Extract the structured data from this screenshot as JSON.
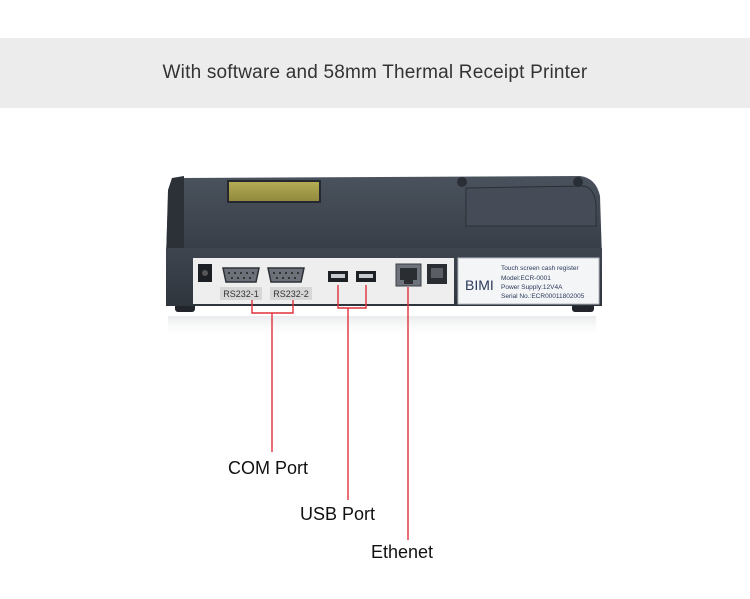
{
  "banner": {
    "title": "With software and 58mm Thermal Receipt Printer"
  },
  "device": {
    "port_labels": {
      "rs232_1": "RS232-1",
      "rs232_2": "RS232-2"
    },
    "nameplate": {
      "brand": "BIMI",
      "line1": "Touch screen cash register",
      "line2": "Model:ECR-0001",
      "line3": "Power Supply:12V4A",
      "line4": "Serial No.:ECR00011802005"
    }
  },
  "callouts": {
    "com_port": "COM Port",
    "usb_port": "USB Port",
    "ethernet": "Ethenet"
  },
  "colors": {
    "banner_bg": "#ececec",
    "body_dark": "#3c434d",
    "callout_line": "#e0303a"
  }
}
